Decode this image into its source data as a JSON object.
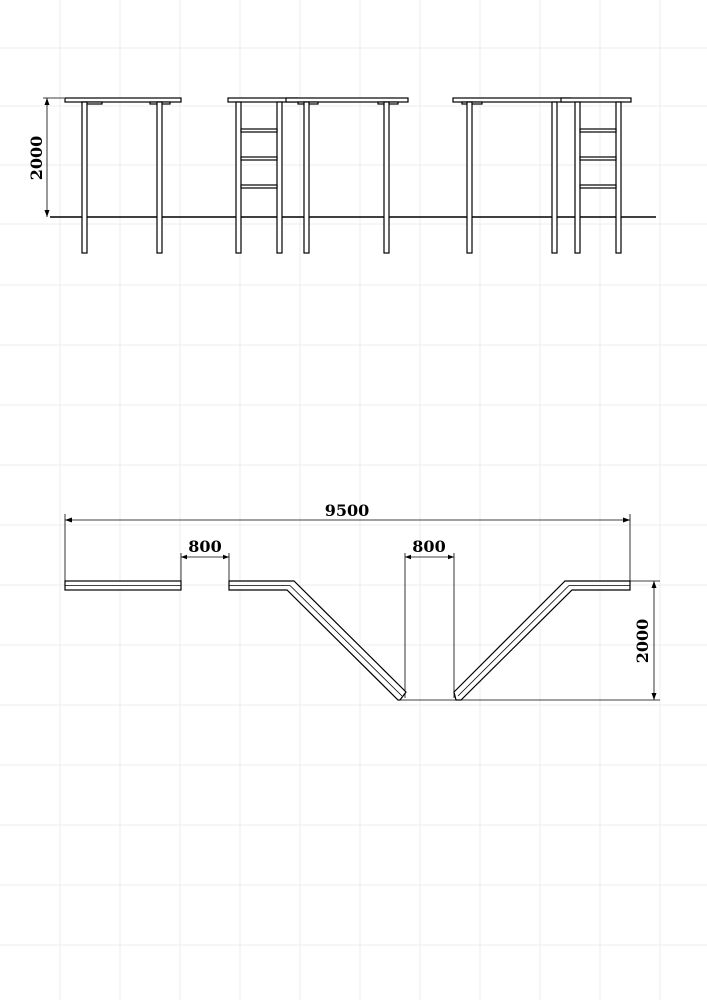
{
  "elevation_view": {
    "height_dimension": "2000"
  },
  "plan_view": {
    "overall_length": "9500",
    "gap_left": "800",
    "gap_center": "800",
    "depth_dimension": "2000"
  },
  "colors": {
    "ink": "#000000",
    "grid": "#ececec",
    "background": "#ffffff"
  }
}
